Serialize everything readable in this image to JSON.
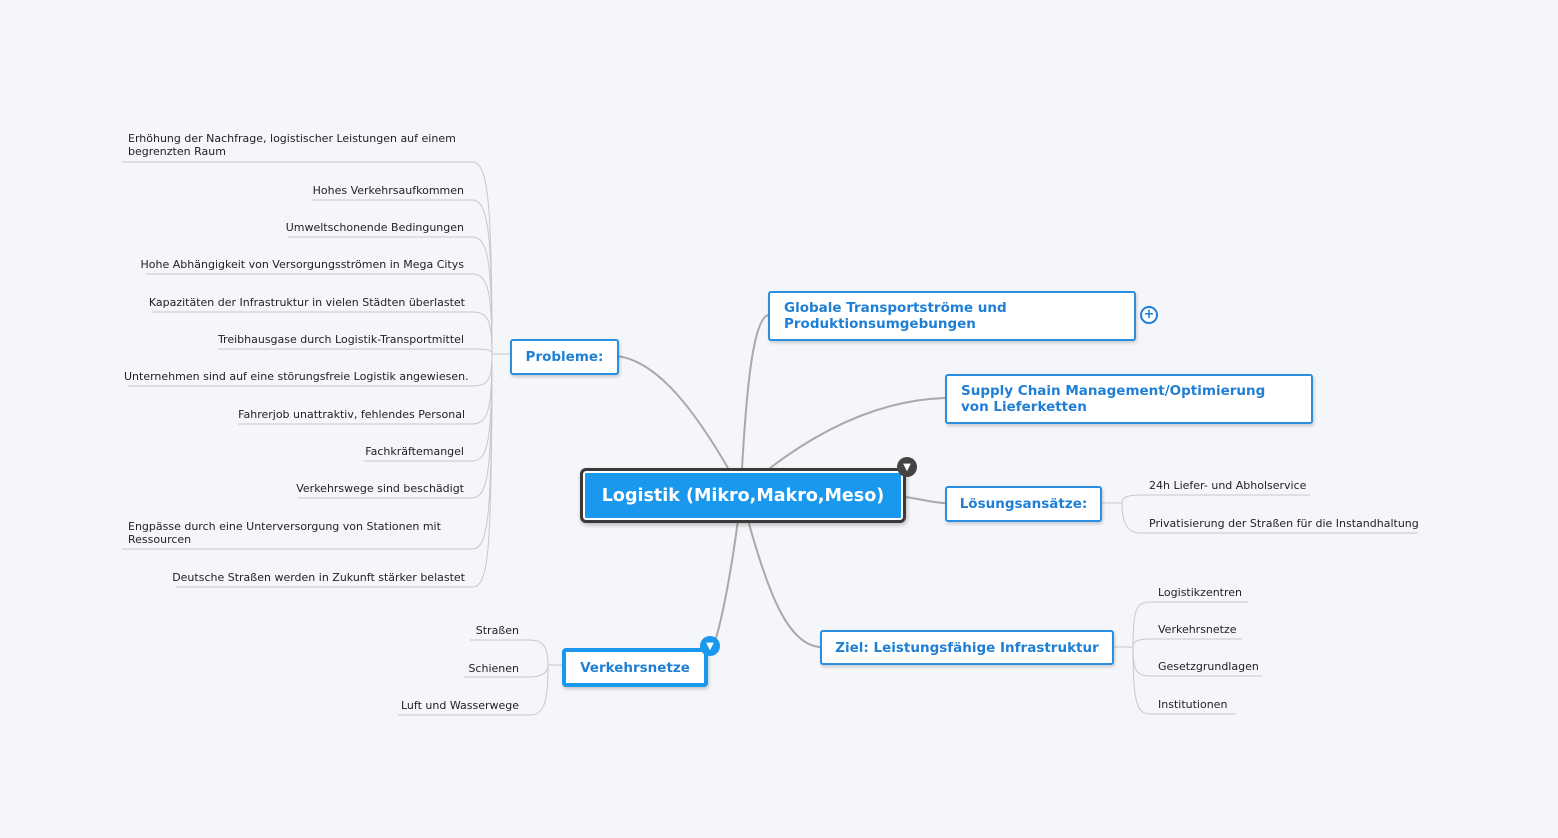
{
  "root": {
    "label": "Logistik (Mikro,Makro,Meso)"
  },
  "topics": {
    "probleme": {
      "label": "Probleme:",
      "children": [
        "Erhöhung der Nachfrage, logistischer Leistungen auf einem begrenzten Raum",
        "Hohes Verkehrsaufkommen",
        "Umweltschonende Bedingungen",
        "Hohe Abhängigkeit von Versorgungsströmen in Mega Citys",
        "Kapazitäten der Infrastruktur in vielen Städten überlastet",
        "Treibhausgase durch Logistik-Transportmittel",
        "Unternehmen sind auf eine störungsfreie Logistik angewiesen.",
        "Fahrerjob unattraktiv, fehlendes Personal",
        "Fachkräftemangel",
        "Verkehrswege sind beschädigt",
        "Engpässe durch eine Unterversorgung von Stationen mit Ressourcen",
        "Deutsche Straßen werden in Zukunft stärker belastet"
      ]
    },
    "verkehrsnetze": {
      "label": "Verkehrsnetze",
      "children": [
        "Straßen",
        "Schienen",
        "Luft und Wasserwege"
      ]
    },
    "globale": {
      "label": "Globale Transportströme und Produktionsumgebungen"
    },
    "supply": {
      "label": "Supply Chain Management/Optimierung von Lieferketten"
    },
    "loesung": {
      "label": "Lösungsansätze:",
      "children": [
        "24h Liefer- und Abholservice",
        "Privatisierung der Straßen für die Instandhaltung"
      ]
    },
    "ziel": {
      "label": "Ziel: Leistungsfähige Infrastruktur",
      "children": [
        "Logistikzentren",
        "Verkehrsnetze",
        "Gesetzgrundlagen",
        "Institutionen"
      ]
    }
  },
  "icons": {
    "collapse": "triangle-down-icon",
    "expand": "plus-circle-icon"
  },
  "colors": {
    "accent": "#1a98ee",
    "topic_text": "#1f7fd4",
    "connector": "#aaaaaa",
    "background": "#f4f6fa"
  }
}
